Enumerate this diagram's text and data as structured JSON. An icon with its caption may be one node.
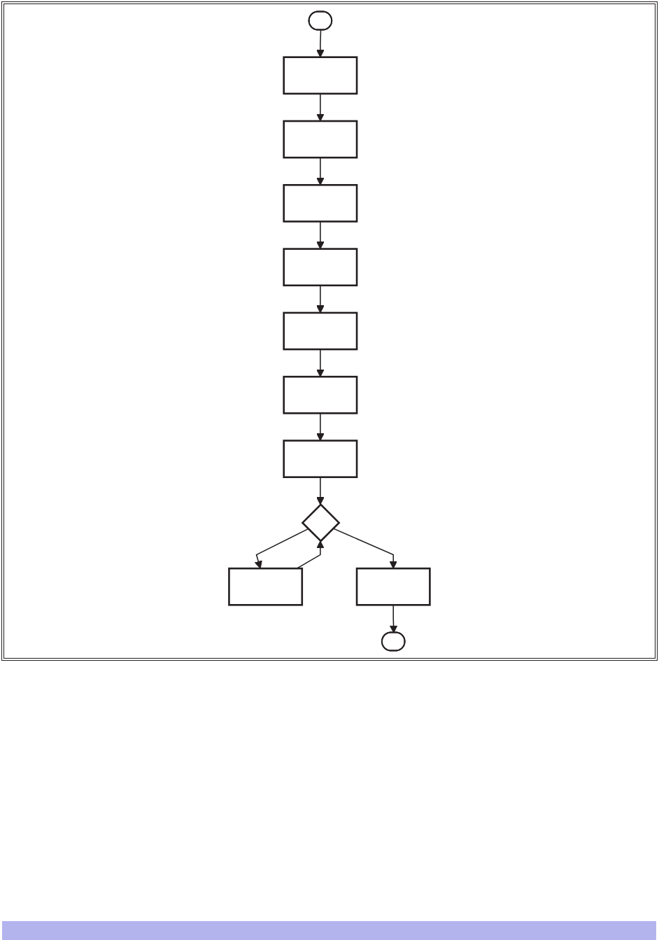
{
  "diagram": {
    "nodes": [
      {
        "text": [],
        "shape": "stadium"
      },
      {
        "text": [],
        "shape": "box"
      },
      {
        "text": [],
        "shape": "box"
      },
      {
        "text": [],
        "shape": "box"
      },
      {
        "text": [],
        "shape": "box"
      },
      {
        "text": [],
        "shape": "box"
      },
      {
        "text": [],
        "shape": "box"
      },
      {
        "text": [],
        "shape": "box"
      },
      {
        "text": [],
        "shape": "diamond"
      },
      {
        "text": [],
        "shape": "box"
      },
      {
        "text": [],
        "shape": "box"
      },
      {
        "text": [],
        "shape": "stadium"
      }
    ],
    "edges": [
      {
        "from": 0,
        "to": 1,
        "arrow": "to"
      },
      {
        "from": 1,
        "to": 2,
        "arrow": "to"
      },
      {
        "from": 2,
        "to": 3,
        "arrow": "to"
      },
      {
        "from": 3,
        "to": 4,
        "arrow": "to"
      },
      {
        "from": 4,
        "to": 5,
        "arrow": "to"
      },
      {
        "from": 5,
        "to": 6,
        "arrow": "to"
      },
      {
        "from": 6,
        "to": 7,
        "arrow": "to"
      },
      {
        "from": 7,
        "to": 8,
        "arrow": "to"
      },
      {
        "from": 8,
        "to": 9,
        "arrow": "to"
      },
      {
        "from": 9,
        "to": 8,
        "arrow": "to"
      },
      {
        "from": 8,
        "to": 10,
        "arrow": "to"
      },
      {
        "from": 10,
        "to": 11,
        "arrow": "to"
      }
    ]
  }
}
